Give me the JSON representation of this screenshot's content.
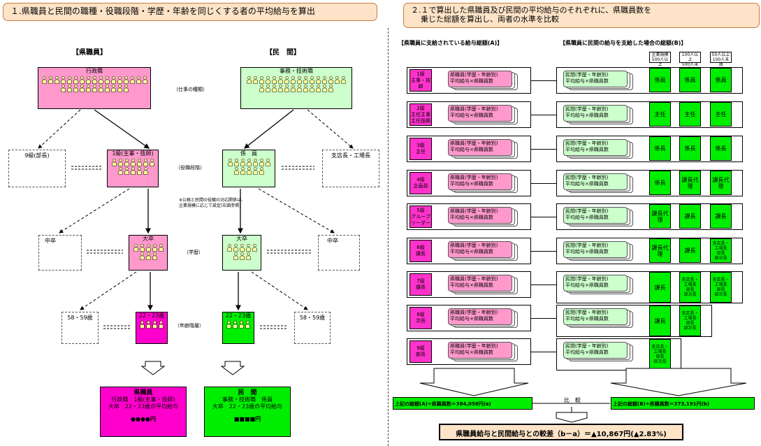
{
  "left_header": "１.県職員と民間の職種・役職段階・学歴・年齢を同じくする者の平均給与を算出",
  "right_header_line1": "２.１で算出した県職員及び民間の平均給与のそれぞれに、県職員数を",
  "right_header_line2": "乗じた総額を算出し、両者の水準を比較",
  "left": {
    "pref_title": "【県職員】",
    "private_title": "【民　間】",
    "pref_job": "行政職",
    "private_job": "事務・技術職",
    "job_label": "（仕事の種類）",
    "pref_rank": "1級(主事・技師)",
    "private_rank": "係　員",
    "rank_label": "（役職段階）",
    "pref_other_rank": "9級(部長)",
    "private_other_rank": "支店長・工場長",
    "note": "※公務と民間の役職の対応関係は、企業規模に応じて設定(右図参照)",
    "pref_edu": "大卒",
    "private_edu": "大卒",
    "edu_label": "（学歴）",
    "pref_other_edu": "中卒",
    "private_other_edu": "中卒",
    "pref_age": "22・23歳",
    "private_age": "22・23歳",
    "age_label": "（年齢階層）",
    "pref_other_age": "58・59歳",
    "private_other_age": "58・59歳",
    "pref_result_title": "県職員",
    "pref_result_line1": "行政職　1級(主事・技師)",
    "pref_result_line2": "大卒　22・23歳の平均給与",
    "pref_result_value": "●●●●円",
    "private_result_title": "民　間",
    "private_result_line1": "事務・技術職　係員",
    "private_result_line2": "大卒　22・23歳の平均給与",
    "private_result_value": "■■■■円"
  },
  "right": {
    "a_title": "【県職員に支給されている給与総額(A)】",
    "b_title": "【県職員に民間の給与を支給した場合の総額(B)】",
    "col_headers": [
      "企業規模\n500人以上",
      "100人以上\n500人未満",
      "50人以上\n100人未満"
    ],
    "a_card": "県職員(学歴・年齢別)\n平均給与×県職員数",
    "b_card": "民間(学歴・年齢別)\n平均給与×県職員数",
    "rows": [
      {
        "label": "1級\n主事・技師",
        "cells": [
          "係員",
          "係員",
          "係員"
        ]
      },
      {
        "label": "2級\n主任主事\n主任技師",
        "cells": [
          "主任",
          "主任",
          "主任"
        ]
      },
      {
        "label": "3級\n主任",
        "cells": [
          "係長",
          "係長",
          "係長"
        ]
      },
      {
        "label": "4級\n企画員",
        "cells": [
          "係長",
          "課長代理",
          "課長代理"
        ]
      },
      {
        "label": "5級\nグループリーダー",
        "cells": [
          "課長代理",
          "課長",
          "課長"
        ]
      },
      {
        "label": "6級\n課長",
        "cells": [
          "課長代理",
          "課長",
          "支店長・工場長\n部長\n部次長"
        ]
      },
      {
        "label": "7級\n課長",
        "cells": [
          "課長",
          "支店長・工場長\n部長\n部次長",
          "支店長・工場長\n部長\n部次長"
        ]
      },
      {
        "label": "8級\n次長",
        "cells": [
          "課長",
          "支店長・工場長\n部長\n部次長"
        ]
      },
      {
        "label": "9級\n部長",
        "cells": [
          "支店長・工場長\n部長\n部次長"
        ]
      }
    ],
    "sum_a": "上記の総額(A)÷県職員数＝384,058円(a)",
    "sum_b": "上記の総額(B)÷県職員数＝373,191円(b)",
    "compare": "比　較",
    "result": "県職員給与と民間給与との較差（b－a）＝▲10,867円(▲2.83%)"
  },
  "colors": {
    "pink": "#ff99cc",
    "magenta": "#ff00cc",
    "green": "#00ee00",
    "lightgreen": "#ccffcc",
    "header_bg": "#fde3c7"
  }
}
